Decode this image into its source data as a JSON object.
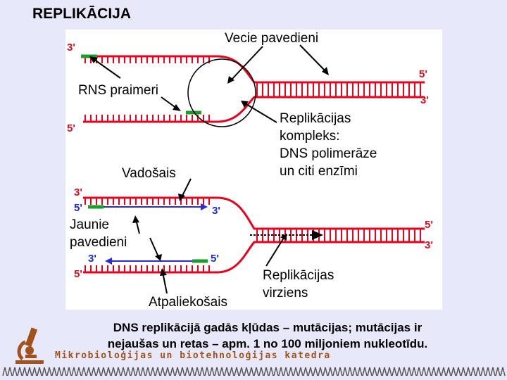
{
  "title": "REPLIKĀCIJA",
  "diagram": {
    "labels": {
      "old_strands": "Vecie pavedieni",
      "rna_primers": "RNS praimeri",
      "complex_1": "Replikācijas",
      "complex_2": "kompleks:",
      "complex_3": "DNS polimerāze",
      "complex_4": "un citi enzīmi",
      "leading": "Vadošais",
      "new_1": "Jaunie",
      "new_2": "pavedieni",
      "lagging": "Atpaliekošais",
      "direction_1": "Replikācijas",
      "direction_2": "virziens"
    },
    "ends": {
      "three": "3'",
      "five": "5'"
    },
    "colors": {
      "strand": "#e8001c",
      "new_strand": "#2b2bd8",
      "primer": "#1c9c2a",
      "end_label": "#d41020",
      "new_end_label": "#1a2ad0",
      "label": "#000000"
    }
  },
  "caption": {
    "line1": "DNS replikācijā gadās kļūdas – mutācijas; mutācijas ir",
    "line2": "nejaušas un retas – apm. 1 no 100 miljoniem nukleotīdu."
  },
  "footer": {
    "text": "Mikrobioloģijas un biotehnoloģijas katedra"
  },
  "icons": {
    "logo": "microscope-icon"
  }
}
